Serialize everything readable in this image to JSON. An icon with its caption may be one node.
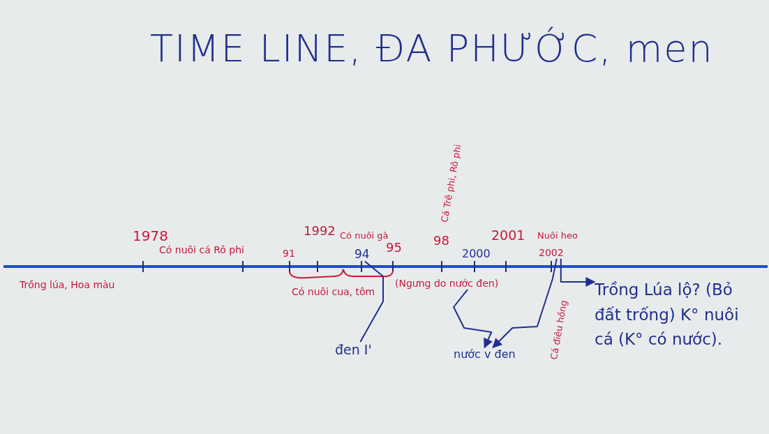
{
  "diagram": {
    "title": "TIME LINE, ĐA PHƯỚC, men",
    "nodes": [
      {
        "text": [
          "94"
        ]
      },
      {
        "text": [
          "(Ngưng do nước đen)"
        ]
      },
      {
        "text": [
          "2002"
        ]
      },
      {
        "text": [
          "Trồng Lúa lộ? (Bỏ đất trống) K° nuôi cá (K° có nước)."
        ]
      },
      {
        "text": [
          "đen I'"
        ]
      },
      {
        "text": [
          "nước v đen"
        ]
      }
    ],
    "edges": [
      {
        "from": 0,
        "to": 4,
        "arrow": "none"
      },
      {
        "from": 1,
        "to": 5,
        "arrow": "to"
      },
      {
        "from": 2,
        "to": 5,
        "arrow": "to"
      },
      {
        "from": 2,
        "to": 3,
        "arrow": "to"
      }
    ],
    "labels": [
      "1978",
      "Có nuôi cá Rô phi",
      "Cá Trê phi, Rô phi",
      "1992",
      "Có nuôi gà",
      "91",
      "95",
      "98",
      "2001",
      "Nuôi heo",
      "2000",
      "Trồng lúa, Hoa màu",
      "Có nuôi cua, tôm",
      "Cá điêu hồng"
    ]
  }
}
